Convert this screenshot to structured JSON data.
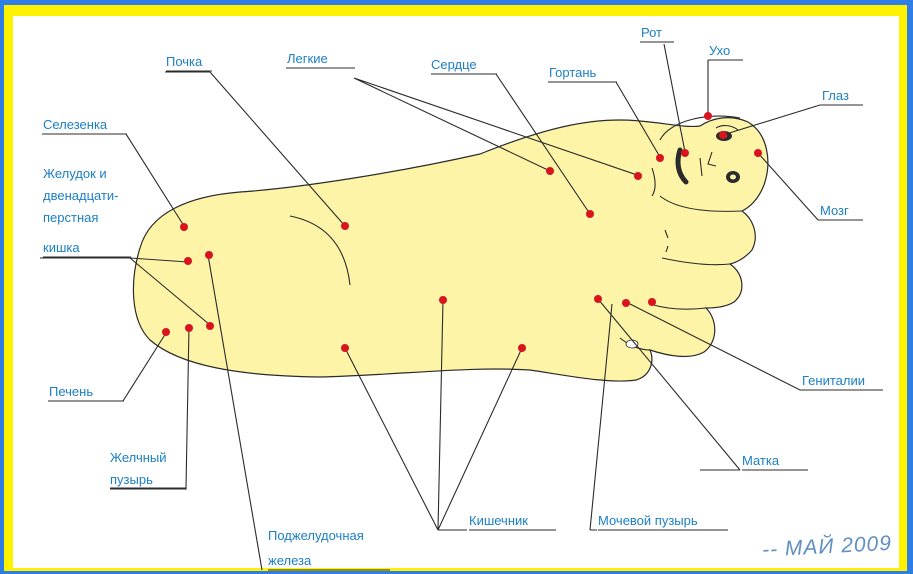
{
  "colors": {
    "border_blue": "#2e7ee6",
    "border_yellow": "#fff200",
    "foot_fill": "#fdf4a8",
    "dot_red": "#d8141f",
    "label_blue": "#1b7fc4"
  },
  "labels": {
    "pochka": "Почка",
    "legkie": "Легкие",
    "serdce": "Сердце",
    "gortan": "Гортань",
    "rot": "Рот",
    "uho": "Ухо",
    "glaz": "Глаз",
    "mozg": "Мозг",
    "selezenka": "Селезенка",
    "zheludok_1": "Желудок и",
    "zheludok_2": "двенадцати-",
    "zheludok_3": "перстная",
    "zheludok_4": "кишка",
    "pechen": "Печень",
    "zhelchny_1": "Желчный",
    "zhelchny_2": "пузырь",
    "podzhel_1": "Поджелудочная",
    "podzhel_2": "железа",
    "kishechnik": "Кишечник",
    "mochevoy": "Мочевой пузырь",
    "matka": "Матка",
    "genitalii": "Гениталии"
  },
  "stamp": "-- МАЙ 2009"
}
